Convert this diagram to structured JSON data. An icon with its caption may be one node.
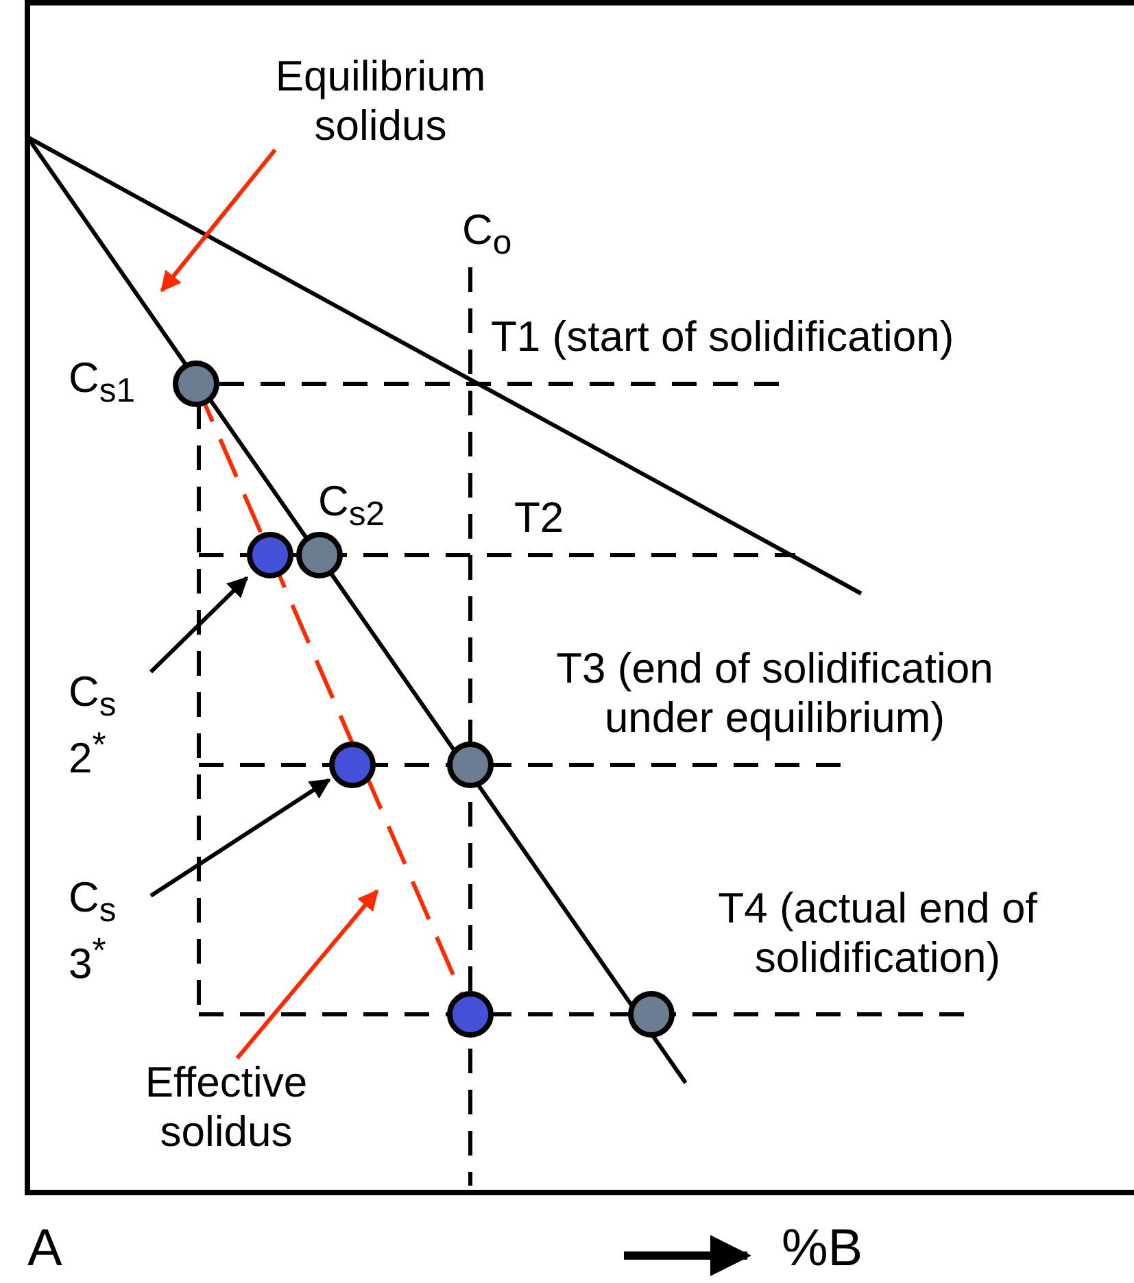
{
  "diagram": {
    "nodes": [
      {
        "text": [
          "Equilibrium solidus"
        ]
      },
      {
        "text": [
          "Effective solidus"
        ]
      },
      {
        "text": [
          "C$_{s}$ 2$^{*}$"
        ]
      },
      {
        "text": [
          "C$_{s}$ 3$^{*}$"
        ]
      },
      {
        "text": [],
        "shape": "circle"
      },
      {
        "text": [],
        "shape": "circle"
      }
    ],
    "edges": [
      {
        "from": 0,
        "to": null,
        "arrow": "to",
        "color": "#ff2a00"
      },
      {
        "from": 1,
        "to": null,
        "arrow": "to",
        "color": "#ff2a00"
      },
      {
        "from": 2,
        "to": 4,
        "arrow": "to",
        "color": "#000000"
      },
      {
        "from": 3,
        "to": 5,
        "arrow": "to",
        "color": "#000000"
      }
    ],
    "labels": [
      "C$_{o}$",
      "T1 (start of solidification)",
      "C$_{s1}$",
      "C$_{s2}$",
      "T2",
      "T3 (end of solidification under equilibrium)",
      "T4 (actual end of solidification)",
      "A",
      "%B"
    ]
  }
}
